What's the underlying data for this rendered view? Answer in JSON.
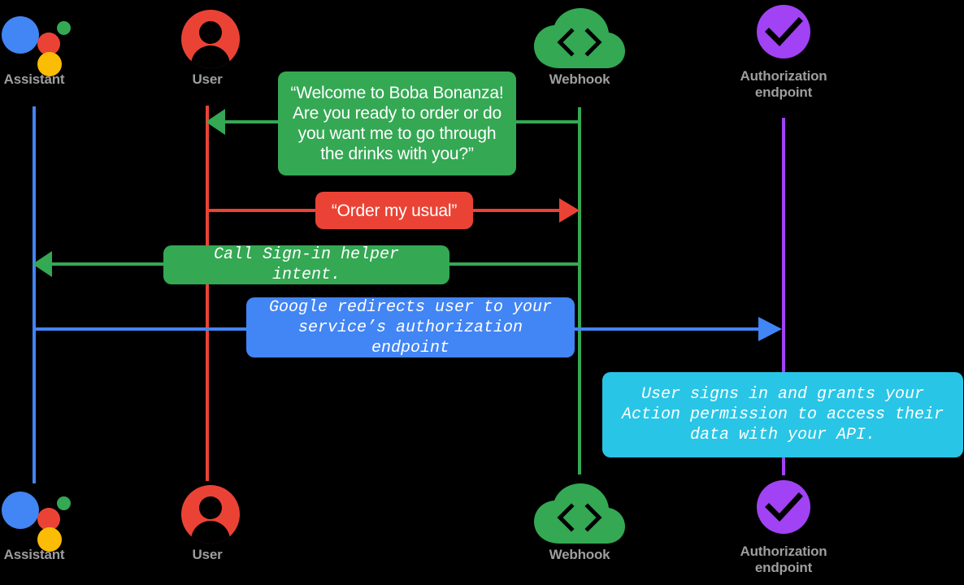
{
  "diagram": {
    "title": "Account linking sequence diagram",
    "background": "#000000",
    "colors": {
      "assistant_blue": "#4285F4",
      "user_red": "#EA4335",
      "webhook_green": "#34A853",
      "auth_purple": "#A142F4",
      "message_green": "#34A853",
      "message_red": "#EA4335",
      "message_blue": "#4285F4",
      "message_cyan": "#29C5E6",
      "label_gray": "#9e9e9e",
      "text_white": "#FFFFFF"
    }
  },
  "actors": [
    {
      "id": "assistant",
      "label": "Assistant",
      "icon": "google-assistant-icon",
      "color": "#4285F4"
    },
    {
      "id": "user",
      "label": "User",
      "icon": "person-avatar-icon",
      "color": "#EA4335"
    },
    {
      "id": "webhook",
      "label": "Webhook",
      "icon": "cloud-code-icon",
      "color": "#34A853"
    },
    {
      "id": "auth",
      "label": "Authorization\nendpoint",
      "icon": "purple-check-circle-icon",
      "color": "#A142F4"
    }
  ],
  "messages": [
    {
      "id": "welcome",
      "text": "“Welcome to Boba Bonanza!\nAre you ready to order or do\nyou want me to go through\nthe drinks with you?”",
      "color": "#34A853",
      "font": "sans",
      "from": "webhook",
      "to": "user",
      "direction": "left"
    },
    {
      "id": "order",
      "text": "“Order my usual”",
      "color": "#EA4335",
      "font": "sans",
      "from": "user",
      "to": "webhook",
      "direction": "right"
    },
    {
      "id": "signin",
      "text": "Call Sign-in helper intent.",
      "color": "#34A853",
      "font": "mono",
      "from": "webhook",
      "to": "assistant",
      "direction": "left"
    },
    {
      "id": "redirect",
      "text": "Google redirects user to your\nservice’s authorization endpoint",
      "color": "#4285F4",
      "font": "mono",
      "from": "assistant",
      "to": "auth",
      "direction": "right"
    },
    {
      "id": "grant",
      "text": "User signs in and grants your\nAction permission to access their\ndata with your API.",
      "color": "#29C5E6",
      "font": "mono",
      "from": "auth",
      "to": "auth",
      "direction": "none"
    }
  ]
}
